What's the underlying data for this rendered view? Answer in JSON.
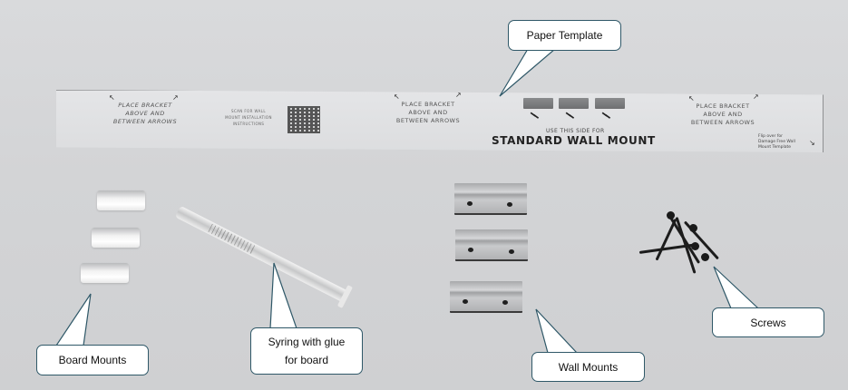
{
  "callouts": {
    "paper_template": "Paper Template",
    "board_mounts": "Board Mounts",
    "syringe_line1": "Syring with glue",
    "syringe_line2": "for board",
    "wall_mounts": "Wall Mounts",
    "screws": "Screws"
  },
  "template": {
    "bracket_instruction_1": [
      "PLACE BRACKET",
      "ABOVE AND",
      "BETWEEN ARROWS"
    ],
    "qr_text": [
      "SCAN FOR WALL",
      "MOUNT INSTALLATION",
      "INSTRUCTIONS"
    ],
    "bracket_instruction_2": [
      "PLACE BRACKET",
      "ABOVE AND",
      "BETWEEN ARROWS"
    ],
    "use_side": "USE THIS SIDE FOR",
    "standard_wall_mount": "STANDARD WALL MOUNT",
    "bracket_instruction_3": [
      "PLACE BRACKET",
      "ABOVE AND",
      "BETWEEN ARROWS"
    ],
    "flip_note": [
      "Flip over for",
      "Damage Free Wall",
      "Mount Template"
    ]
  },
  "colors": {
    "background": "#d5d6d8",
    "callout_border": "#2f5868",
    "callout_fill": "#ffffff"
  }
}
